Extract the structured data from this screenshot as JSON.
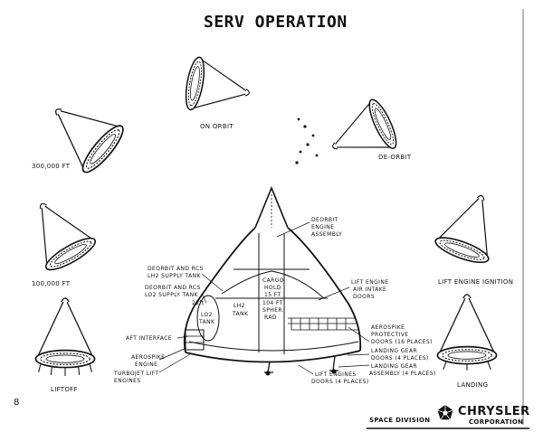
{
  "title": "SERV OPERATION",
  "page_number": "8",
  "stages": {
    "on_orbit": "ON ORBIT",
    "de_orbit": "DE-ORBIT",
    "alt_300000": "300,000 FT",
    "alt_100000": "100,000 FT",
    "lift_engine_ignition": "LIFT ENGINE IGNITION",
    "liftoff": "LIFTOFF",
    "landing": "LANDING"
  },
  "callouts": {
    "deorbit_engine_1": "DEORBIT",
    "deorbit_engine_2": "ENGINE",
    "deorbit_engine_3": "ASSEMBLY",
    "lh2_supply_1": "DEORBIT AND RCS",
    "lh2_supply_2": "LH2 SUPPLY TANK",
    "lo2_supply_1": "DEORBIT AND RCS",
    "lo2_supply_2": "LO2 SUPPLY TANK",
    "cargo_1": "CARGO",
    "cargo_2": "HOLD",
    "cargo_3": "15 FT",
    "cargo_4": "104 FT",
    "cargo_5": "SPHER.",
    "cargo_6": "RAD",
    "lh2_tank_1": "LH2",
    "lh2_tank_2": "TANK",
    "lo2_tank_1": "LO2",
    "lo2_tank_2": "TANK",
    "dim_22": "22ft",
    "lift_engine_1": "LIFT ENGINE",
    "lift_engine_2": "AIR INTAKE",
    "lift_engine_3": "DOORS",
    "aft_interface": "AFT INTERFACE",
    "aerospike_engine_1": "AEROSPIKE",
    "aerospike_engine_2": "ENGINE",
    "turbojet_1": "TURBOJET LIFT",
    "turbojet_2": "ENGINES",
    "aerospike_doors_1": "AEROSPIKE",
    "aerospike_doors_2": "PROTECTIVE",
    "aerospike_doors_3": "DOORS (16 PLACES)",
    "landing_gear_doors_1": "LANDING GEAR",
    "landing_gear_doors_2": "DOORS (4 PLACES)",
    "landing_gear_asm_1": "LANDING GEAR",
    "landing_gear_asm_2": "ASSEMBLY (4 PLACES)",
    "lift_engines_doors_1": "LIFT ENGINES",
    "lift_engines_doors_2": "DOORS (4 PLACES)"
  },
  "footer": {
    "division": "SPACE DIVISION",
    "corporation_name": "CHRYSLER",
    "corporation_sub": "CORPORATION",
    "logo_icon": "pentastar-logo"
  }
}
